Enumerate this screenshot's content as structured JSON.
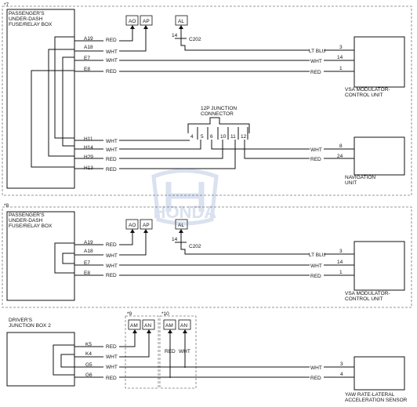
{
  "sections": [
    {
      "tag": "*7",
      "fuse_box": "PASSENGER'S\nUNDER-DASH\nFUSE/RELAY BOX",
      "top_connectors": [
        "AO",
        "AP",
        "AL"
      ],
      "c202": "C202",
      "c202_pin": "14",
      "rows": [
        {
          "pin": "A19",
          "color": "RED"
        },
        {
          "pin": "A18",
          "color": "WHT"
        },
        {
          "pin": "E7",
          "color": "WHT"
        },
        {
          "pin": "E8",
          "color": "RED"
        },
        {
          "pin": "H11",
          "color": "WHT"
        },
        {
          "pin": "H14",
          "color": "WHT"
        },
        {
          "pin": "H29",
          "color": "RED"
        },
        {
          "pin": "H13",
          "color": "RED"
        }
      ],
      "vsa_wires": [
        {
          "color": "LT BLU",
          "pin": "3"
        },
        {
          "color": "WHT",
          "pin": "14"
        },
        {
          "color": "RED",
          "pin": "1"
        }
      ],
      "vsa_unit": "VSA MODULATOR-\nCONTROL UNIT",
      "junction": "12P JUNCTION\nCONNECTOR",
      "junction_pins": [
        "4",
        "5",
        "6",
        "10",
        "11",
        "12"
      ],
      "nav_wires": [
        {
          "color": "WHT",
          "pin": "8"
        },
        {
          "color": "RED",
          "pin": "24"
        }
      ],
      "nav_unit": "NAVIGATION\nUNIT"
    },
    {
      "tag": "*8",
      "fuse_box": "PASSENGER'S\nUNDER-DASH\nFUSE/RELAY BOX",
      "top_connectors": [
        "AO",
        "AP",
        "AL"
      ],
      "c202": "C202",
      "c202_pin": "14",
      "rows": [
        {
          "pin": "A19",
          "color": "RED"
        },
        {
          "pin": "A18",
          "color": "WHT"
        },
        {
          "pin": "E7",
          "color": "WHT"
        },
        {
          "pin": "E8",
          "color": "RED"
        }
      ],
      "vsa_wires": [
        {
          "color": "LT BLU",
          "pin": "3"
        },
        {
          "color": "WHT",
          "pin": "14"
        },
        {
          "color": "RED",
          "pin": "1"
        }
      ],
      "vsa_unit": "VSA MODULATOR-\nCONTROL UNIT"
    },
    {
      "tag9": "*9",
      "tag10": "*10",
      "junction_box": "DRIVER'S\nJUNCTION BOX 2",
      "conn9": [
        "AM",
        "AN"
      ],
      "conn10": [
        "AM",
        "AN"
      ],
      "rows": [
        {
          "pin": "K5",
          "color": "RED"
        },
        {
          "pin": "K4",
          "color": "WHT"
        },
        {
          "pin": "G5",
          "color": "WHT"
        },
        {
          "pin": "G6",
          "color": "RED"
        }
      ],
      "sub10_labels": [
        "RED",
        "WHT"
      ],
      "yaw_wires": [
        {
          "color": "WHT",
          "pin": "3"
        },
        {
          "color": "RED",
          "pin": "4"
        }
      ],
      "yaw_unit": "YAW RATE-LATERAL\nACCELERATION SENSOR"
    }
  ],
  "watermark": "HONDA"
}
